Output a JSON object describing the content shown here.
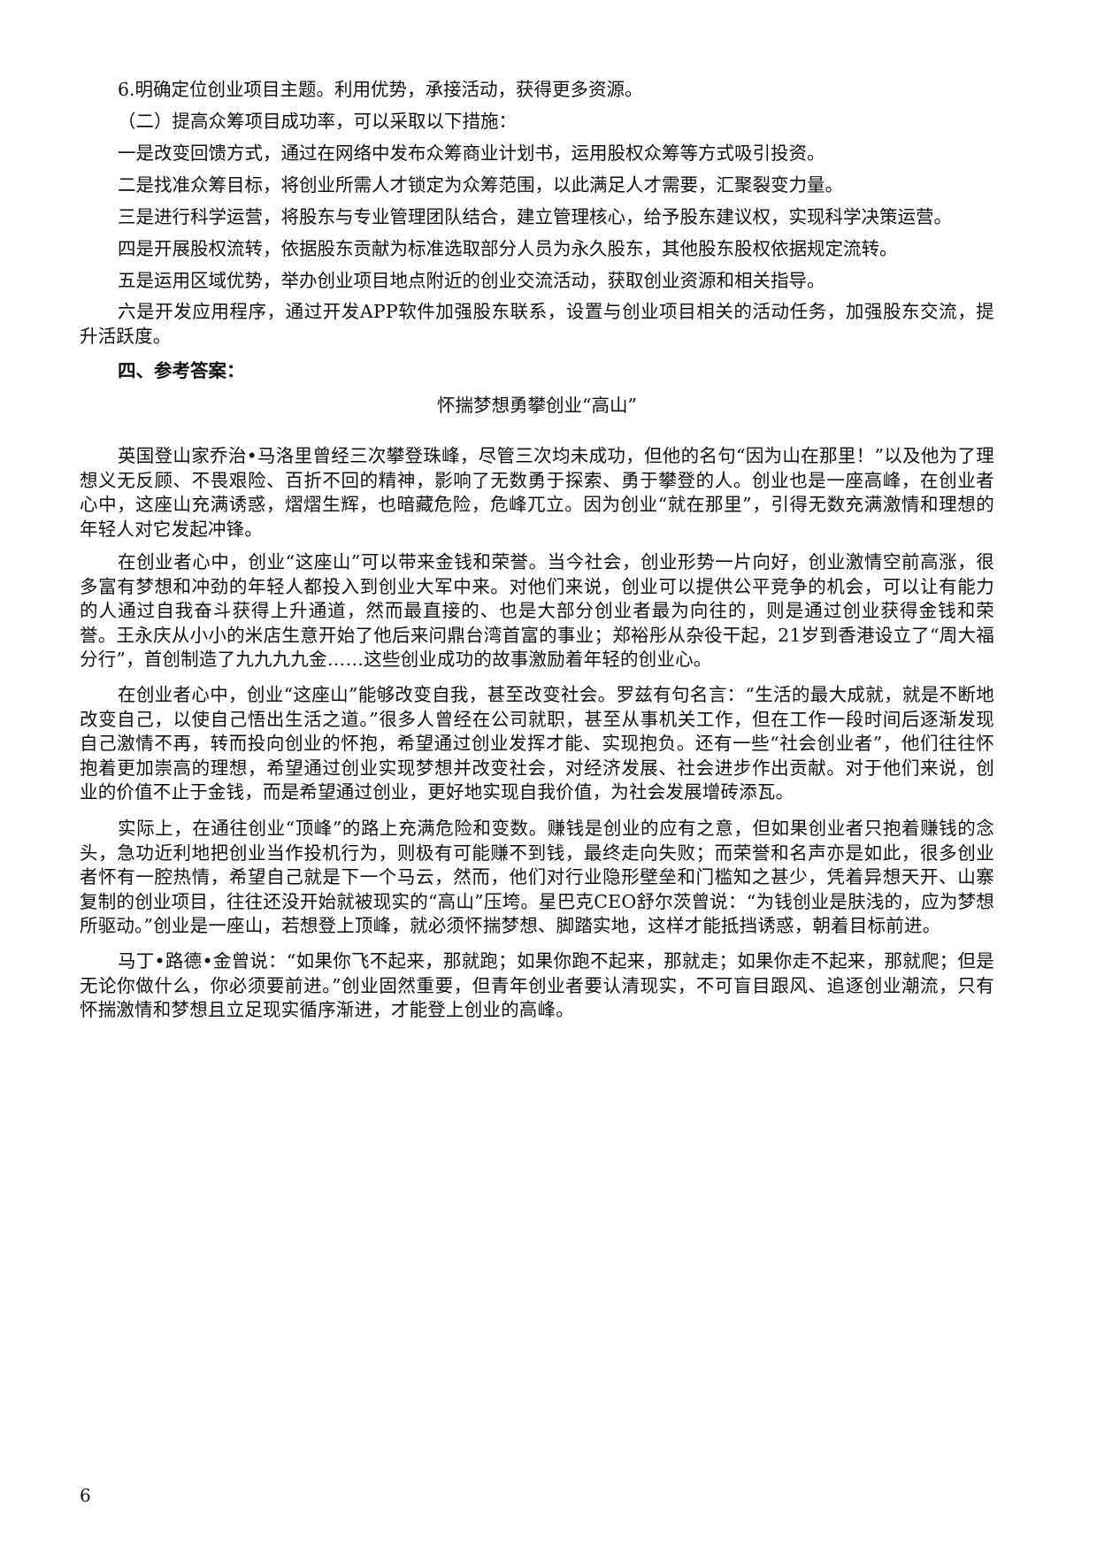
{
  "document": {
    "list_items": {
      "item6": "6.明确定位创业项目主题。利用优势，承接活动，获得更多资源。",
      "section2_heading": "（二）提高众筹项目成功率，可以采取以下措施：",
      "measures": [
        "一是改变回馈方式，通过在网络中发布众筹商业计划书，运用股权众筹等方式吸引投资。",
        "二是找准众筹目标，将创业所需人才锁定为众筹范围，以此满足人才需要，汇聚裂变力量。",
        "三是进行科学运营，将股东与专业管理团队结合，建立管理核心，给予股东建议权，实现科学决策运营。",
        "四是开展股权流转，依据股东贡献为标准选取部分人员为永久股东，其他股东股权依据规定流转。",
        "五是运用区域优势，举办创业项目地点附近的创业交流活动，获取创业资源和相关指导。",
        "六是开发应用程序，通过开发APP软件加强股东联系，设置与创业项目相关的活动任务，加强股东交流，提升活跃度。"
      ]
    },
    "section4_heading": "四、参考答案：",
    "essay": {
      "title": "怀揣梦想勇攀创业“高山”",
      "paragraphs": [
        "英国登山家乔治•马洛里曾经三次攀登珠峰，尽管三次均未成功，但他的名句“因为山在那里！”以及他为了理想义无反顾、不畏艰险、百折不回的精神，影响了无数勇于探索、勇于攀登的人。创业也是一座高峰，在创业者心中，这座山充满诱惑，熠熠生辉，也暗藏危险，危峰兀立。因为创业“就在那里”，引得无数充满激情和理想的年轻人对它发起冲锋。",
        "在创业者心中，创业“这座山”可以带来金钱和荣誉。当今社会，创业形势一片向好，创业激情空前高涨，很多富有梦想和冲劲的年轻人都投入到创业大军中来。对他们来说，创业可以提供公平竞争的机会，可以让有能力的人通过自我奋斗获得上升通道，然而最直接的、也是大部分创业者最为向往的，则是通过创业获得金钱和荣誉。王永庆从小小的米店生意开始了他后来问鼎台湾首富的事业；郑裕彤从杂役干起，21岁到香港设立了“周大福分行”，首创制造了九九九九金……这些创业成功的故事激励着年轻的创业心。",
        "在创业者心中，创业“这座山”能够改变自我，甚至改变社会。罗兹有句名言：“生活的最大成就，就是不断地改变自己，以使自己悟出生活之道。”很多人曾经在公司就职，甚至从事机关工作，但在工作一段时间后逐渐发现自己激情不再，转而投向创业的怀抱，希望通过创业发挥才能、实现抱负。还有一些“社会创业者”，他们往往怀抱着更加崇高的理想，希望通过创业实现梦想并改变社会，对经济发展、社会进步作出贡献。对于他们来说，创业的价值不止于金钱，而是希望通过创业，更好地实现自我价值，为社会发展增砖添瓦。",
        "实际上，在通往创业“顶峰”的路上充满危险和变数。赚钱是创业的应有之意，但如果创业者只抱着赚钱的念头，急功近利地把创业当作投机行为，则极有可能赚不到钱，最终走向失败；而荣誉和名声亦是如此，很多创业者怀有一腔热情，希望自己就是下一个马云，然而，他们对行业隐形壁垒和门槛知之甚少，凭着异想天开、山寨复制的创业项目，往往还没开始就被现实的“高山”压垮。星巴克CEO舒尔茨曾说：“为钱创业是肤浅的，应为梦想所驱动。”创业是一座山，若想登上顶峰，就必须怀揣梦想、脚踏实地，这样才能抵挡诱惑，朝着目标前进。",
        "马丁•路德•金曾说：“如果你飞不起来，那就跑；如果你跑不起来，那就走；如果你走不起来，那就爬；但是无论你做什么，你必须要前进。”创业固然重要，但青年创业者要认清现实，不可盲目跟风、追逐创业潮流，只有怀揣激情和梦想且立足现实循序渐进，才能登上创业的高峰。"
      ]
    },
    "page_number": "6"
  }
}
